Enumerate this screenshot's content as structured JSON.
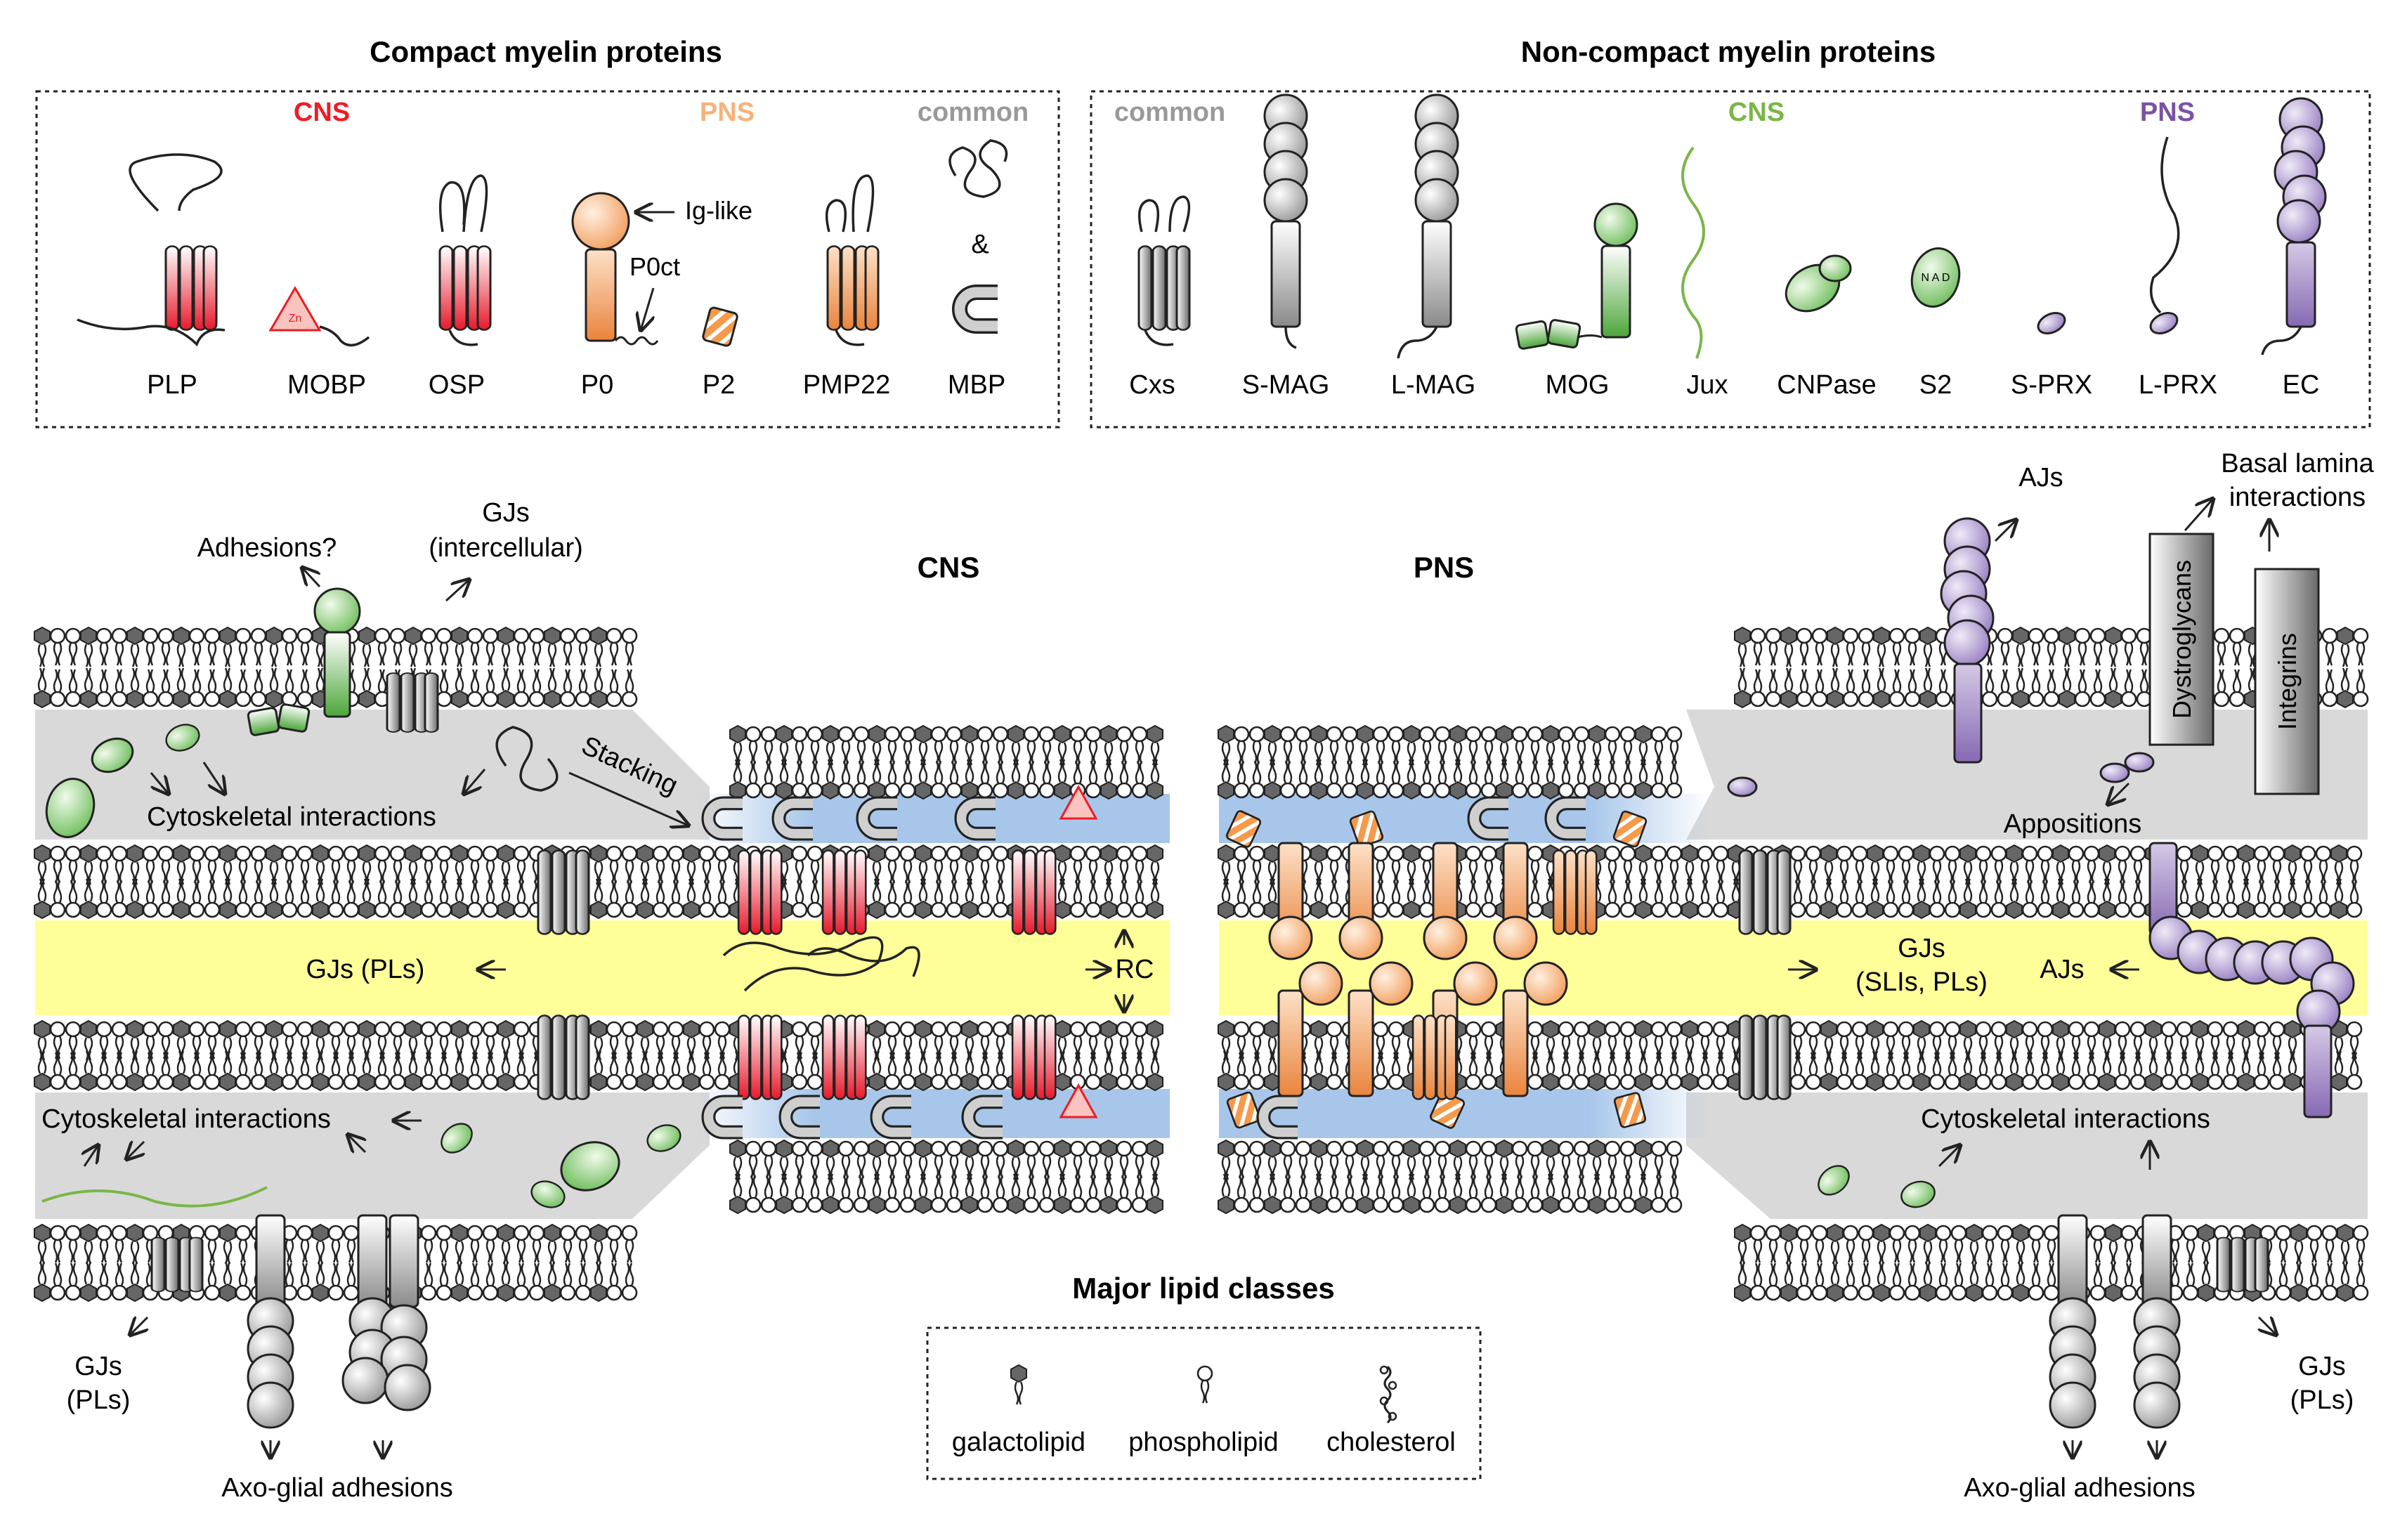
{
  "compact": {
    "title": "Compact myelin proteins",
    "cns": "CNS",
    "pns": "PNS",
    "common": "common",
    "proteins": [
      "PLP",
      "MOBP",
      "OSP",
      "P0",
      "P2",
      "PMP22",
      "MBP"
    ],
    "iglike": "Ig-like",
    "p0ct": "P0ct",
    "amp": "&",
    "zn": "Zn"
  },
  "noncompact": {
    "title": "Non-compact myelin proteins",
    "common": "common",
    "cns": "CNS",
    "pns": "PNS",
    "proteins": [
      "Cxs",
      "S-MAG",
      "L-MAG",
      "MOG",
      "Jux",
      "CNPase",
      "S2",
      "S-PRX",
      "L-PRX",
      "EC"
    ]
  },
  "cns_panel": {
    "title": "CNS",
    "adhesions": "Adhesions?",
    "gjs_inter_1": "GJs",
    "gjs_inter_2": "(intercellular)",
    "stacking": "Stacking",
    "cyto_top": "Cytoskeletal interactions",
    "gjs_pls": "GJs (PLs)",
    "rc": "RC",
    "cyto_bottom": "Cytoskeletal interactions",
    "gjs_bl_1": "GJs",
    "gjs_bl_2": "(PLs)",
    "axo_glial": "Axo-glial  adhesions"
  },
  "pns_panel": {
    "title": "PNS",
    "ajs_top": "AJs",
    "basal_1": "Basal lamina",
    "basal_2": "interactions",
    "dystroglycans": "Dystroglycans",
    "integrins": "Integrins",
    "appositions": "Appositions",
    "gjs_sli_1": "GJs",
    "gjs_sli_2": "(SLIs, PLs)",
    "ajs_mid": "AJs",
    "cyto_bottom": "Cytoskeletal interactions",
    "gjs_br_1": "GJs",
    "gjs_br_2": "(PLs)",
    "axo_glial": "Axo-glial  adhesions"
  },
  "lipids": {
    "title": "Major lipid classes",
    "items": [
      "galactolipid",
      "phospholipid",
      "cholesterol"
    ]
  },
  "colors": {
    "cns_red": "#ee1c24",
    "pns_orange": "#f7b27a",
    "common_gray": "#999999",
    "cns_green": "#7ab648",
    "pns_purple": "#7b52a6",
    "cyto_gray": "#d9d9d9",
    "extracellular_yellow": "#ffff99",
    "compact_blue": "#a7c6ea"
  }
}
